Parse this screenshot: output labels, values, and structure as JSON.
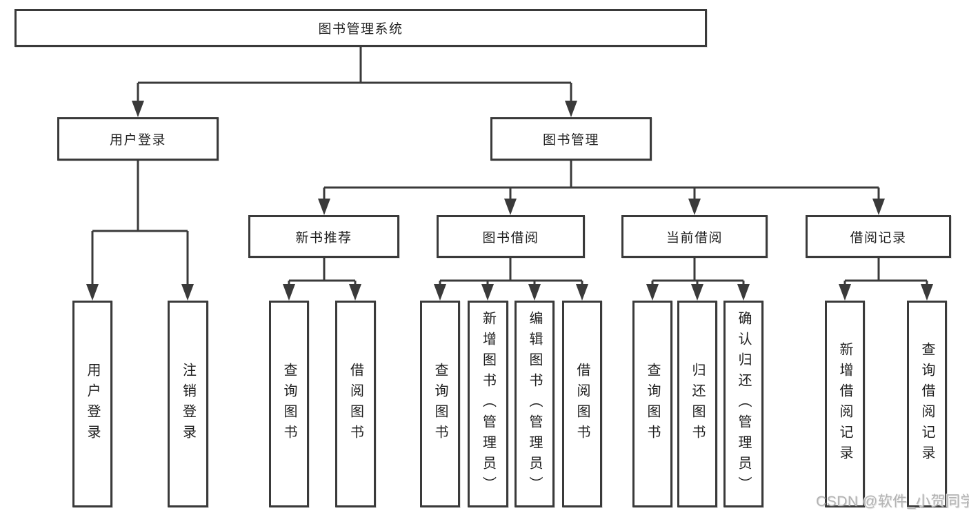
{
  "diagram": {
    "type": "tree",
    "root": {
      "label": "图书管理系统"
    },
    "branches": [
      {
        "label": "用户登录",
        "leaves": [
          "用户登录",
          "注销登录"
        ]
      },
      {
        "label": "图书管理",
        "groups": [
          {
            "label": "新书推荐",
            "leaves": [
              "查询图书",
              "借阅图书"
            ]
          },
          {
            "label": "图书借阅",
            "leaves": [
              "查询图书",
              "新增图书（管理员）",
              "编辑图书（管理员）",
              "借阅图书"
            ]
          },
          {
            "label": "当前借阅",
            "leaves": [
              "查询图书",
              "归还图书",
              "确认归还（管理员）"
            ]
          },
          {
            "label": "借阅记录",
            "leaves": [
              "新增借阅记录",
              "查询借阅记录"
            ]
          }
        ]
      }
    ]
  },
  "watermark": {
    "text": "CSDN @软件_小贺同学"
  },
  "colors": {
    "line": "#3a3a3a",
    "box_border": "#3a3a3a",
    "box_fill": "#ffffff",
    "text": "#1f1f1f",
    "watermark": "#b3b3b3"
  }
}
